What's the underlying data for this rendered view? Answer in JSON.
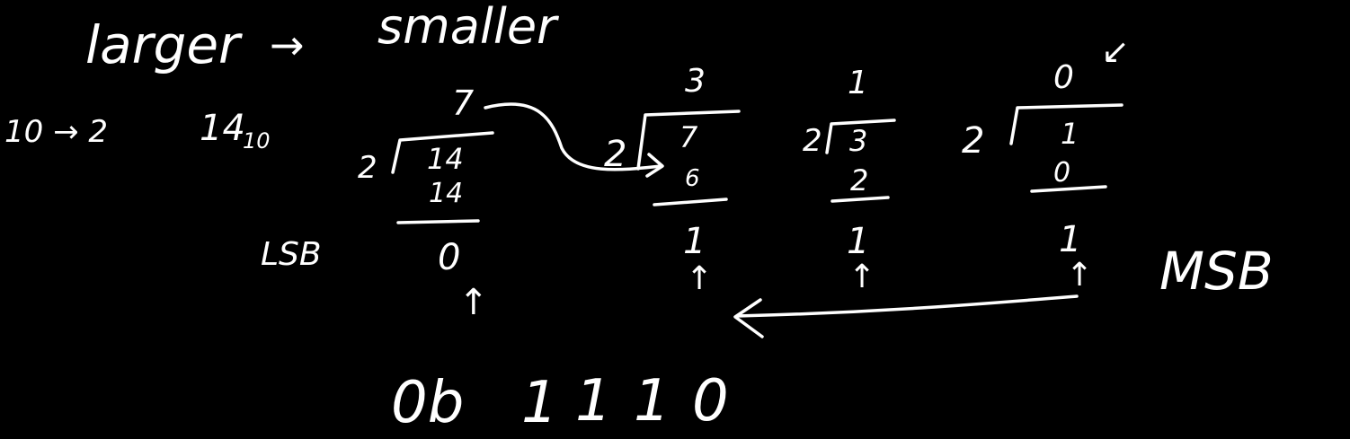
{
  "heading": {
    "larger": "larger",
    "arrow": "→",
    "smaller": "smaller"
  },
  "conversion": {
    "bases": "10 → 2",
    "number": "14",
    "subscript": "10"
  },
  "labels": {
    "lsb": "LSB",
    "msb": "MSB"
  },
  "divisions": [
    {
      "divisor": "2",
      "dividend": "14",
      "quotient": "7",
      "product": "14",
      "remainder": "0",
      "marker": "↑"
    },
    {
      "divisor": "2",
      "dividend": "7",
      "quotient": "3",
      "product": "6",
      "remainder": "1",
      "marker": "↑"
    },
    {
      "divisor": "2",
      "dividend": "3",
      "quotient": "1",
      "product": "2",
      "remainder": "1",
      "marker": "↑"
    },
    {
      "divisor": "2",
      "dividend": "1",
      "quotient": "0",
      "product": "0",
      "remainder": "1",
      "marker": "↑"
    }
  ],
  "stop_marker": "↙",
  "result": {
    "prefix": "0b",
    "digits": [
      "1",
      "1",
      "1",
      "0"
    ]
  }
}
